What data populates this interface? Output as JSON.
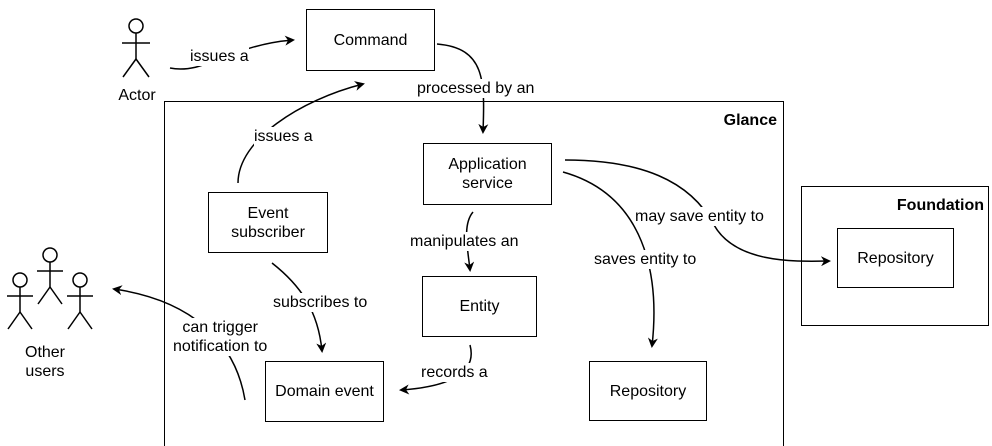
{
  "containers": {
    "glance": {
      "title": "Glance"
    },
    "foundation": {
      "title": "Foundation"
    }
  },
  "nodes": {
    "command": "Command",
    "application_service": "Application\nservice",
    "event_subscriber": "Event\nsubscriber",
    "entity": "Entity",
    "domain_event": "Domain event",
    "repository_glance": "Repository",
    "repository_foundation": "Repository"
  },
  "actors": {
    "actor": "Actor",
    "other_users": "Other\nusers"
  },
  "edges": {
    "actor_issues_command": "issues a",
    "command_processed_by": "processed by an",
    "subscriber_issues_command": "issues a",
    "service_manipulates_entity": "manipulates an",
    "service_saves_entity": "saves entity to",
    "service_may_save_entity": "may save entity to",
    "subscriber_subscribes_to": "subscribes to",
    "entity_records_event": "records a",
    "event_can_trigger": "can trigger\nnotification to"
  },
  "colors": {
    "stroke": "#000000",
    "background": "#ffffff"
  }
}
